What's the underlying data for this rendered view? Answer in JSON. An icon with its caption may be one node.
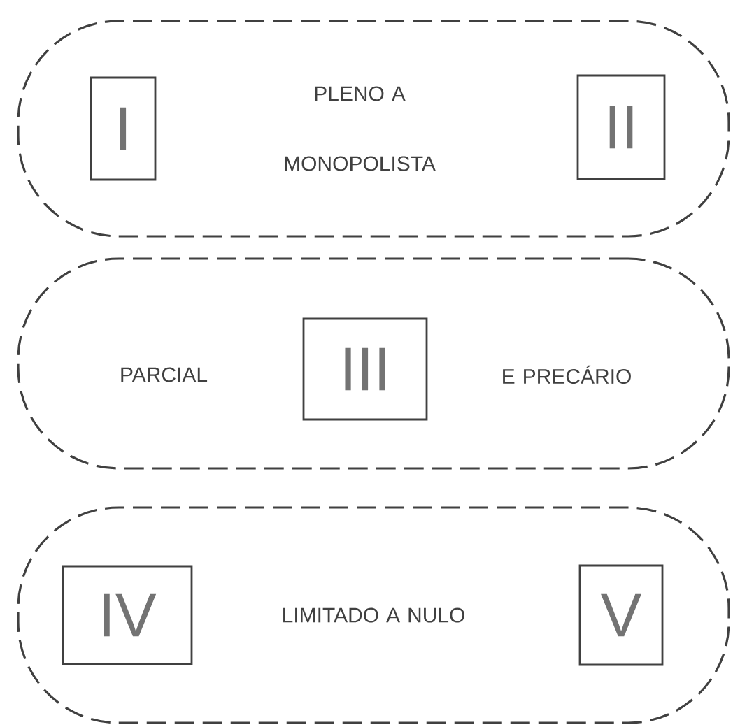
{
  "diagram": {
    "nodes": [
      {
        "text": [
          "PLENO A MONOPOLISTA"
        ]
      },
      {
        "text": [
          "I"
        ],
        "in": 0
      },
      {
        "text": [
          "II"
        ],
        "in": 0
      },
      {
        "text": [
          "PARCIAL",
          "E PRECÁRIO"
        ]
      },
      {
        "text": [
          "III"
        ],
        "in": 3
      },
      {
        "text": [
          "LIMITADO A NULO"
        ]
      },
      {
        "text": [
          "IV"
        ],
        "in": 5
      },
      {
        "text": [
          "V"
        ],
        "in": 5
      }
    ]
  }
}
